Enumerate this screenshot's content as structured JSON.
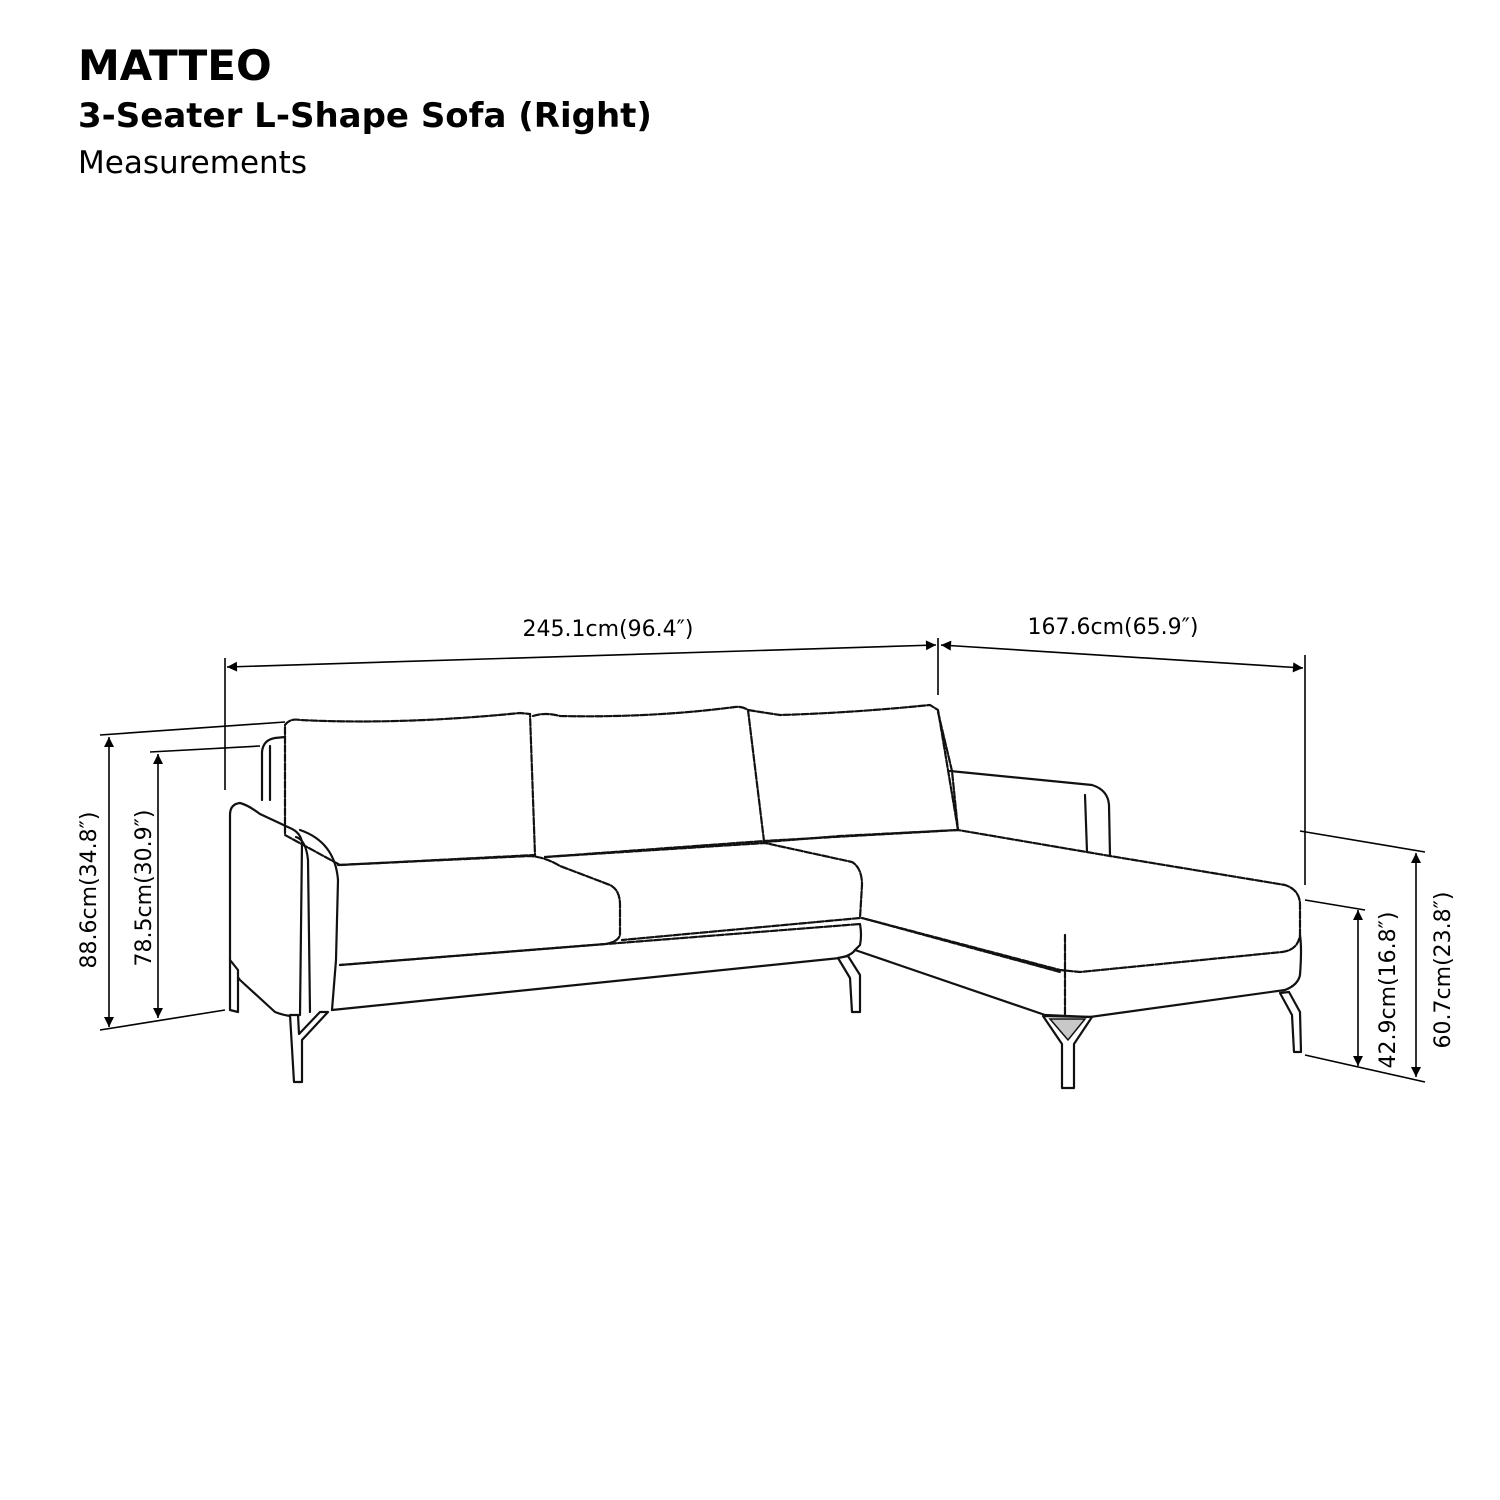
{
  "header": {
    "title": "MATTEO",
    "subtitle": "3-Seater L-Shape Sofa (Right)",
    "caption": "Measurements"
  },
  "product": {
    "name": "MATTEO",
    "type": "3-Seater L-Shape Sofa",
    "orientation": "Right",
    "illustration": "line-drawing of L-shape sofa with chaise on right side"
  },
  "dimensions": {
    "main_width": {
      "label": "245.1cm(96.4″)",
      "cm": 245.1,
      "in": 96.4
    },
    "chaise_width": {
      "label": "167.6cm(65.9″)",
      "cm": 167.6,
      "in": 65.9
    },
    "overall_height": {
      "label": "88.6cm(34.8″)",
      "cm": 88.6,
      "in": 34.8
    },
    "armrest_height": {
      "label": "78.5cm(30.9″)",
      "cm": 78.5,
      "in": 30.9
    },
    "seat_height": {
      "label": "42.9cm(16.8″)",
      "cm": 42.9,
      "in": 16.8
    },
    "chaise_side_height": {
      "label": "60.7cm(23.8″)",
      "cm": 60.7,
      "in": 23.8
    }
  },
  "colors": {
    "background": "#ffffff",
    "line": "#111111",
    "text": "#000000",
    "leg_fill_accent": "#c8c8c8"
  }
}
